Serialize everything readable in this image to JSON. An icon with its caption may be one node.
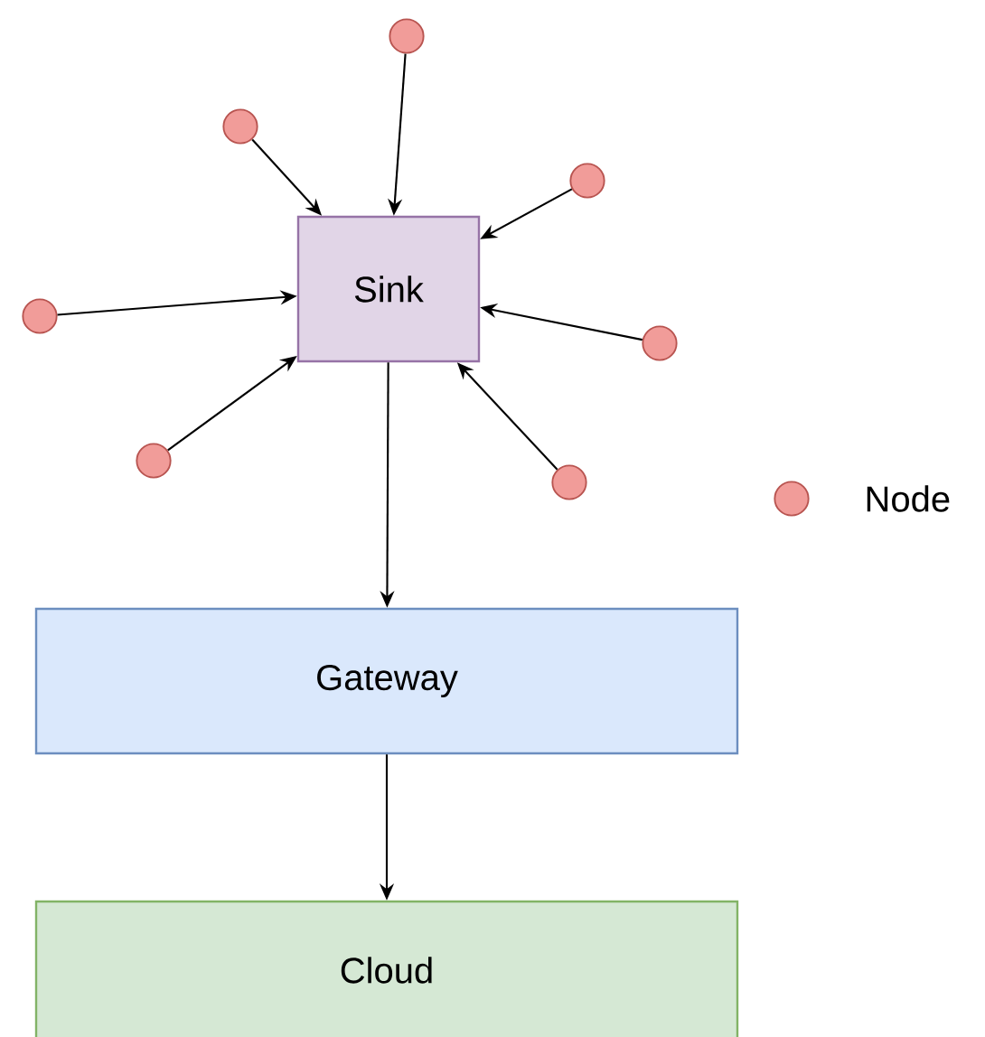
{
  "diagram": {
    "nodes": [
      {
        "text": [],
        "shape": "circle"
      },
      {
        "text": [],
        "shape": "circle"
      },
      {
        "text": [],
        "shape": "circle"
      },
      {
        "text": [
          "Sink"
        ]
      },
      {
        "text": [],
        "shape": "circle"
      },
      {
        "text": [],
        "shape": "circle"
      },
      {
        "text": [],
        "shape": "circle"
      },
      {
        "text": [],
        "shape": "circle"
      },
      {
        "text": [
          "Gateway"
        ]
      },
      {
        "text": [
          "Cloud"
        ]
      }
    ],
    "edges": [
      {
        "from": 0,
        "to": 3,
        "arrow": "to"
      },
      {
        "from": 1,
        "to": 3,
        "arrow": "to"
      },
      {
        "from": 2,
        "to": 3,
        "arrow": "to"
      },
      {
        "from": 4,
        "to": 3,
        "arrow": "to"
      },
      {
        "from": 5,
        "to": 3,
        "arrow": "to"
      },
      {
        "from": 6,
        "to": 3,
        "arrow": "to"
      },
      {
        "from": 7,
        "to": 3,
        "arrow": "to"
      },
      {
        "from": 3,
        "to": 8,
        "arrow": "to"
      },
      {
        "from": 8,
        "to": 9,
        "arrow": "to"
      }
    ],
    "legend": [
      {
        "text": "Node"
      }
    ]
  }
}
